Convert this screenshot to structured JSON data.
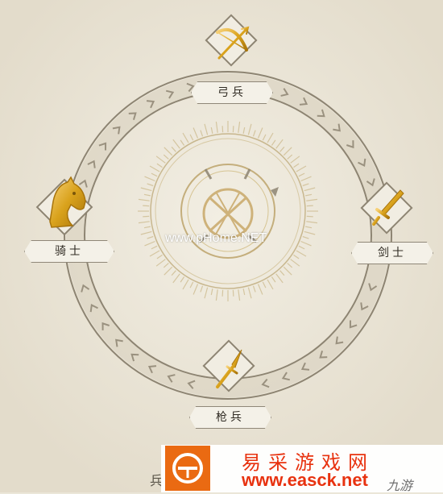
{
  "nodes": {
    "archer": {
      "label": "弓兵",
      "icon": "bow-icon"
    },
    "swordsman": {
      "label": "剑士",
      "icon": "sword-icon"
    },
    "spearman": {
      "label": "枪兵",
      "icon": "spear-icon"
    },
    "knight": {
      "label": "骑士",
      "icon": "horse-head-icon"
    }
  },
  "center": {
    "icon": "crossed-weapons-emblem-icon"
  },
  "watermark": "www.pHome.NET",
  "caption": "兵 制",
  "banner": {
    "title": "易采游戏网",
    "url": "www.easck.net",
    "side_text": "九游",
    "logo_icon": "e-logo-icon"
  },
  "colors": {
    "background": "#ebe6d8",
    "ring": "#8d8472",
    "gold": "#d9a21c",
    "brand_orange": "#ea6a12",
    "brand_red": "#e8320f"
  }
}
